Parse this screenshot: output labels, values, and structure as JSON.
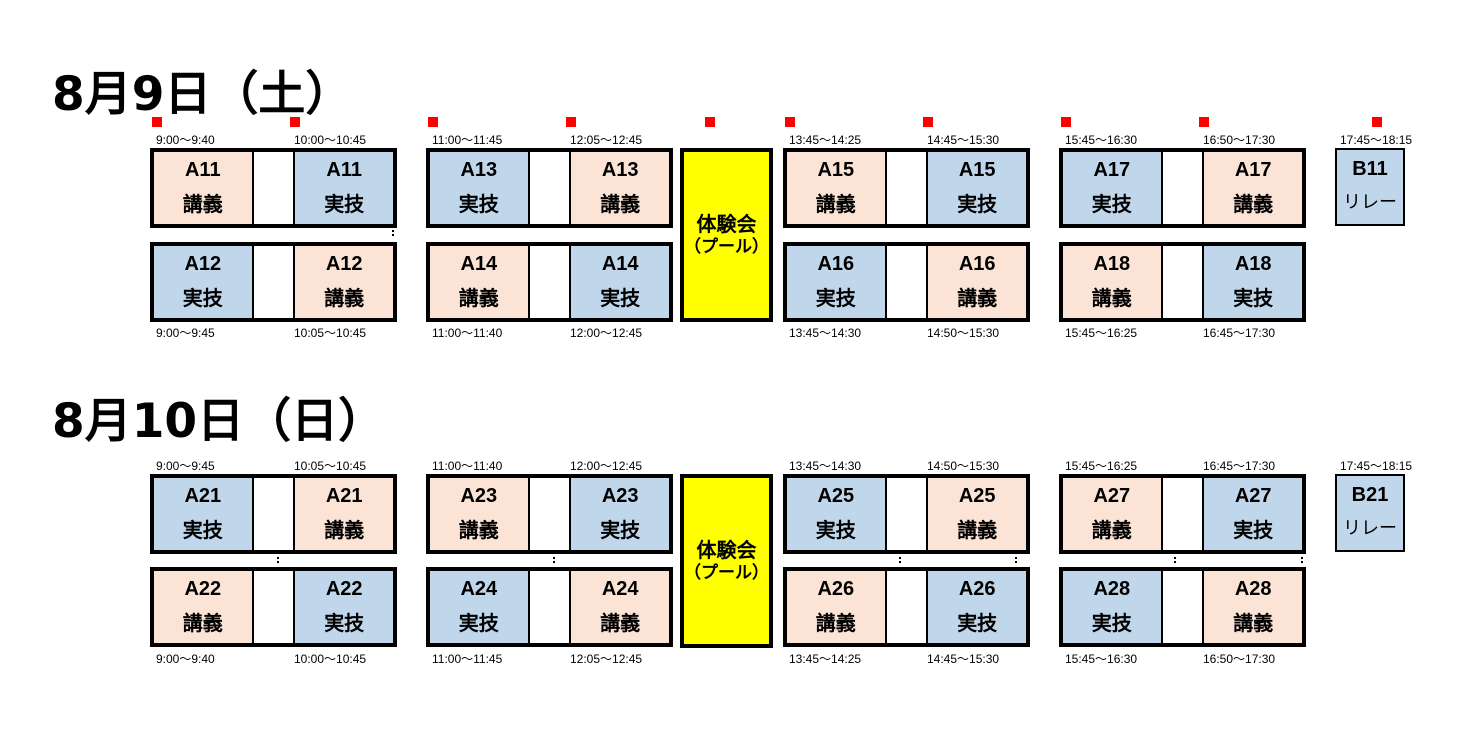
{
  "days": [
    {
      "title": "8月9日（土）",
      "markers": true,
      "top_times": [
        "9:00～9:40",
        "10:00～10:45",
        "11:00～11:45",
        "12:05～12:45",
        "13:45～14:25",
        "14:45～15:30",
        "15:45～16:30",
        "16:50～17:30"
      ],
      "bottom_times": [
        "9:00～9:45",
        "10:05～10:45",
        "11:00～11:40",
        "12:00～12:45",
        "13:45～14:30",
        "14:50～15:30",
        "15:45～16:25",
        "16:45～17:30"
      ],
      "relay_time": "17:45～18:15",
      "upper_blocks": [
        {
          "left": {
            "code": "A11",
            "kind": "講義",
            "type": "lecture"
          },
          "right": {
            "code": "A11",
            "kind": "実技",
            "type": "practical"
          }
        },
        {
          "left": {
            "code": "A13",
            "kind": "実技",
            "type": "practical"
          },
          "right": {
            "code": "A13",
            "kind": "講義",
            "type": "lecture"
          }
        },
        {
          "left": {
            "code": "A15",
            "kind": "講義",
            "type": "lecture"
          },
          "right": {
            "code": "A15",
            "kind": "実技",
            "type": "practical"
          }
        },
        {
          "left": {
            "code": "A17",
            "kind": "実技",
            "type": "practical"
          },
          "right": {
            "code": "A17",
            "kind": "講義",
            "type": "lecture"
          }
        }
      ],
      "lower_blocks": [
        {
          "left": {
            "code": "A12",
            "kind": "実技",
            "type": "practical"
          },
          "right": {
            "code": "A12",
            "kind": "講義",
            "type": "lecture"
          }
        },
        {
          "left": {
            "code": "A14",
            "kind": "講義",
            "type": "lecture"
          },
          "right": {
            "code": "A14",
            "kind": "実技",
            "type": "practical"
          }
        },
        {
          "left": {
            "code": "A16",
            "kind": "実技",
            "type": "practical"
          },
          "right": {
            "code": "A16",
            "kind": "講義",
            "type": "lecture"
          }
        },
        {
          "left": {
            "code": "A18",
            "kind": "講義",
            "type": "lecture"
          },
          "right": {
            "code": "A18",
            "kind": "実技",
            "type": "practical"
          }
        }
      ],
      "pool": {
        "line1": "体験会",
        "line2": "（プール）"
      },
      "relay": {
        "code": "B11",
        "kind": "リレー"
      }
    },
    {
      "title": "8月10日（日）",
      "markers": false,
      "top_times": [
        "9:00～9:45",
        "10:05～10:45",
        "11:00～11:40",
        "12:00～12:45",
        "13:45～14:30",
        "14:50～15:30",
        "15:45～16:25",
        "16:45～17:30"
      ],
      "bottom_times": [
        "9:00～9:40",
        "10:00～10:45",
        "11:00～11:45",
        "12:05～12:45",
        "13:45～14:25",
        "14:45～15:30",
        "15:45～16:30",
        "16:50～17:30"
      ],
      "relay_time": "17:45～18:15",
      "upper_blocks": [
        {
          "left": {
            "code": "A21",
            "kind": "実技",
            "type": "practical"
          },
          "right": {
            "code": "A21",
            "kind": "講義",
            "type": "lecture"
          }
        },
        {
          "left": {
            "code": "A23",
            "kind": "講義",
            "type": "lecture"
          },
          "right": {
            "code": "A23",
            "kind": "実技",
            "type": "practical"
          }
        },
        {
          "left": {
            "code": "A25",
            "kind": "実技",
            "type": "practical"
          },
          "right": {
            "code": "A25",
            "kind": "講義",
            "type": "lecture"
          }
        },
        {
          "left": {
            "code": "A27",
            "kind": "講義",
            "type": "lecture"
          },
          "right": {
            "code": "A27",
            "kind": "実技",
            "type": "practical"
          }
        }
      ],
      "lower_blocks": [
        {
          "left": {
            "code": "A22",
            "kind": "講義",
            "type": "lecture"
          },
          "right": {
            "code": "A22",
            "kind": "実技",
            "type": "practical"
          }
        },
        {
          "left": {
            "code": "A24",
            "kind": "実技",
            "type": "practical"
          },
          "right": {
            "code": "A24",
            "kind": "講義",
            "type": "lecture"
          }
        },
        {
          "left": {
            "code": "A26",
            "kind": "講義",
            "type": "lecture"
          },
          "right": {
            "code": "A26",
            "kind": "実技",
            "type": "practical"
          }
        },
        {
          "left": {
            "code": "A28",
            "kind": "実技",
            "type": "practical"
          },
          "right": {
            "code": "A28",
            "kind": "講義",
            "type": "lecture"
          }
        }
      ],
      "pool": {
        "line1": "体験会",
        "line2": "（プール）"
      },
      "relay": {
        "code": "B21",
        "kind": "リレー"
      }
    }
  ],
  "colors": {
    "lecture": "#fbe4d6",
    "practical": "#c0d6ea",
    "pool": "#ffff00",
    "marker": "#ff0000"
  }
}
